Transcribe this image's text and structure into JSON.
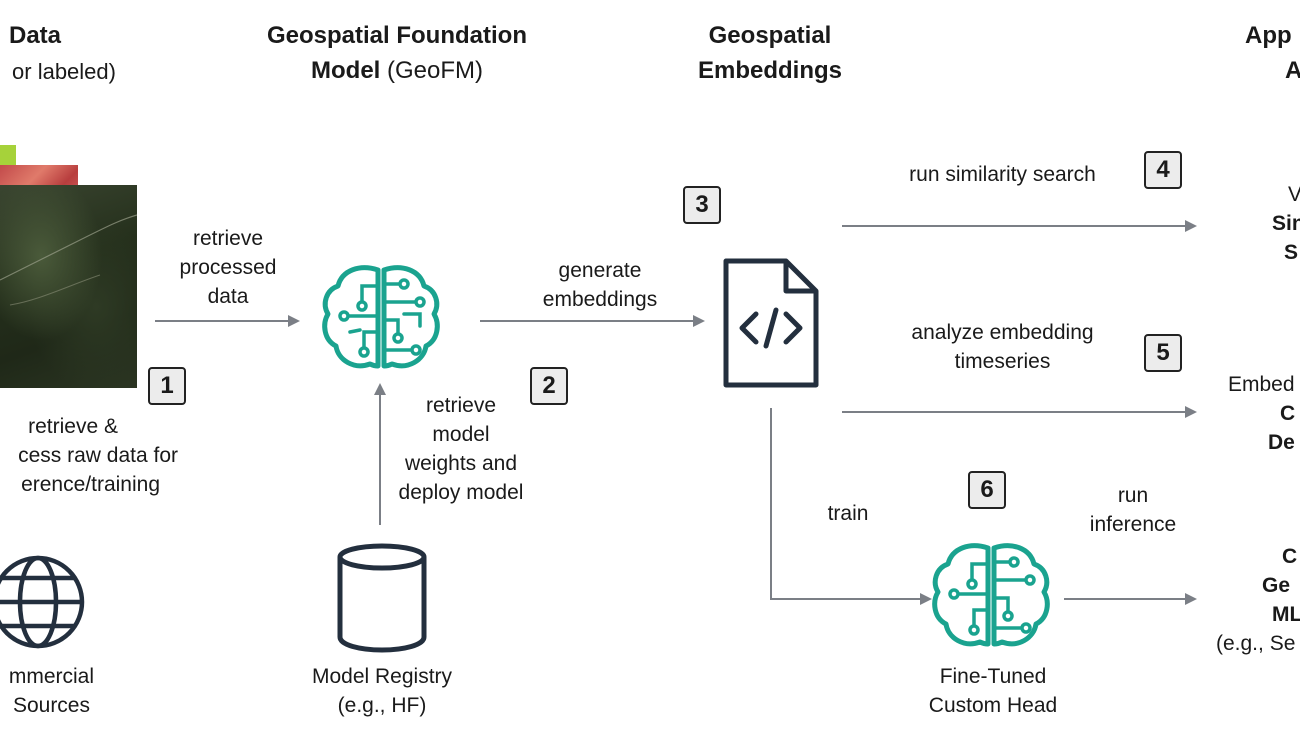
{
  "columns": {
    "data": {
      "title": "Data",
      "subtitle": "or labeled)"
    },
    "geofm": {
      "title": "Geospatial Foundation",
      "title2": "Model",
      "subtitle": " (GeoFM)"
    },
    "embeddings": {
      "title": "Geospatial",
      "title2": "Embeddings"
    },
    "apps": {
      "title": "App",
      "title2": "A"
    }
  },
  "steps": {
    "s1": "1",
    "s2": "2",
    "s3": "3",
    "s4": "4",
    "s5": "5",
    "s6": "6"
  },
  "labels": {
    "retrieve_processed": [
      "retrieve",
      "processed",
      "data"
    ],
    "retrieve_raw": [
      "retrieve &",
      "cess raw data for",
      "erence/training"
    ],
    "generate_embeddings": [
      "generate",
      "embeddings"
    ],
    "retrieve_model": [
      "retrieve",
      "model",
      "weights and",
      "deploy model"
    ],
    "similarity": "run similarity search",
    "timeseries": [
      "analyze embedding",
      "timeseries"
    ],
    "train": "train",
    "run_inference": [
      "run",
      "inference"
    ]
  },
  "nodes": {
    "commercial": [
      "mmercial",
      "Sources"
    ],
    "registry": [
      "Model Registry",
      "(e.g., HF)"
    ],
    "finetuned": [
      "Fine-Tuned",
      "Custom Head"
    ]
  },
  "apps": {
    "a1": [
      "V",
      "Sin",
      "S"
    ],
    "a2": [
      "Embed",
      "C",
      "De"
    ],
    "a3": [
      "C",
      "Ge",
      "ML",
      "(e.g., Se"
    ]
  },
  "colors": {
    "teal": "#1aa38f",
    "arrow": "#7b7f86",
    "dark": "#232f3e"
  }
}
